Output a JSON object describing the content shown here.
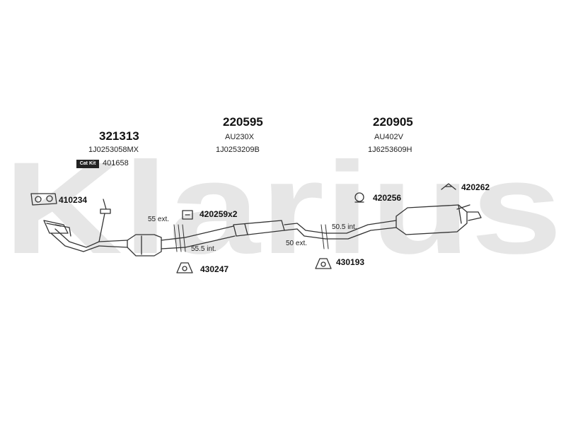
{
  "watermark": {
    "text": "Klarius",
    "color": "#e6e6e6"
  },
  "groups": [
    {
      "part": "321313",
      "sub1": "1J0253058MX"
    },
    {
      "part": "220595",
      "sub1": "AU230X",
      "sub2": "1J0253209B"
    },
    {
      "part": "220905",
      "sub1": "AU402V",
      "sub2": "1J6253609H"
    }
  ],
  "cat_kit": {
    "badge": "Cat Kit",
    "part": "401658"
  },
  "parts": {
    "gasket": "410234",
    "clamp_x2": "420259x2",
    "hanger_front": "430247",
    "hanger_rear": "430193",
    "rubber_mount": "420256",
    "bracket": "420262"
  },
  "dimensions": {
    "front_ext": "55 ext.",
    "front_int": "55.5 int.",
    "rear_int": "50.5 int.",
    "rear_ext": "50 ext."
  }
}
